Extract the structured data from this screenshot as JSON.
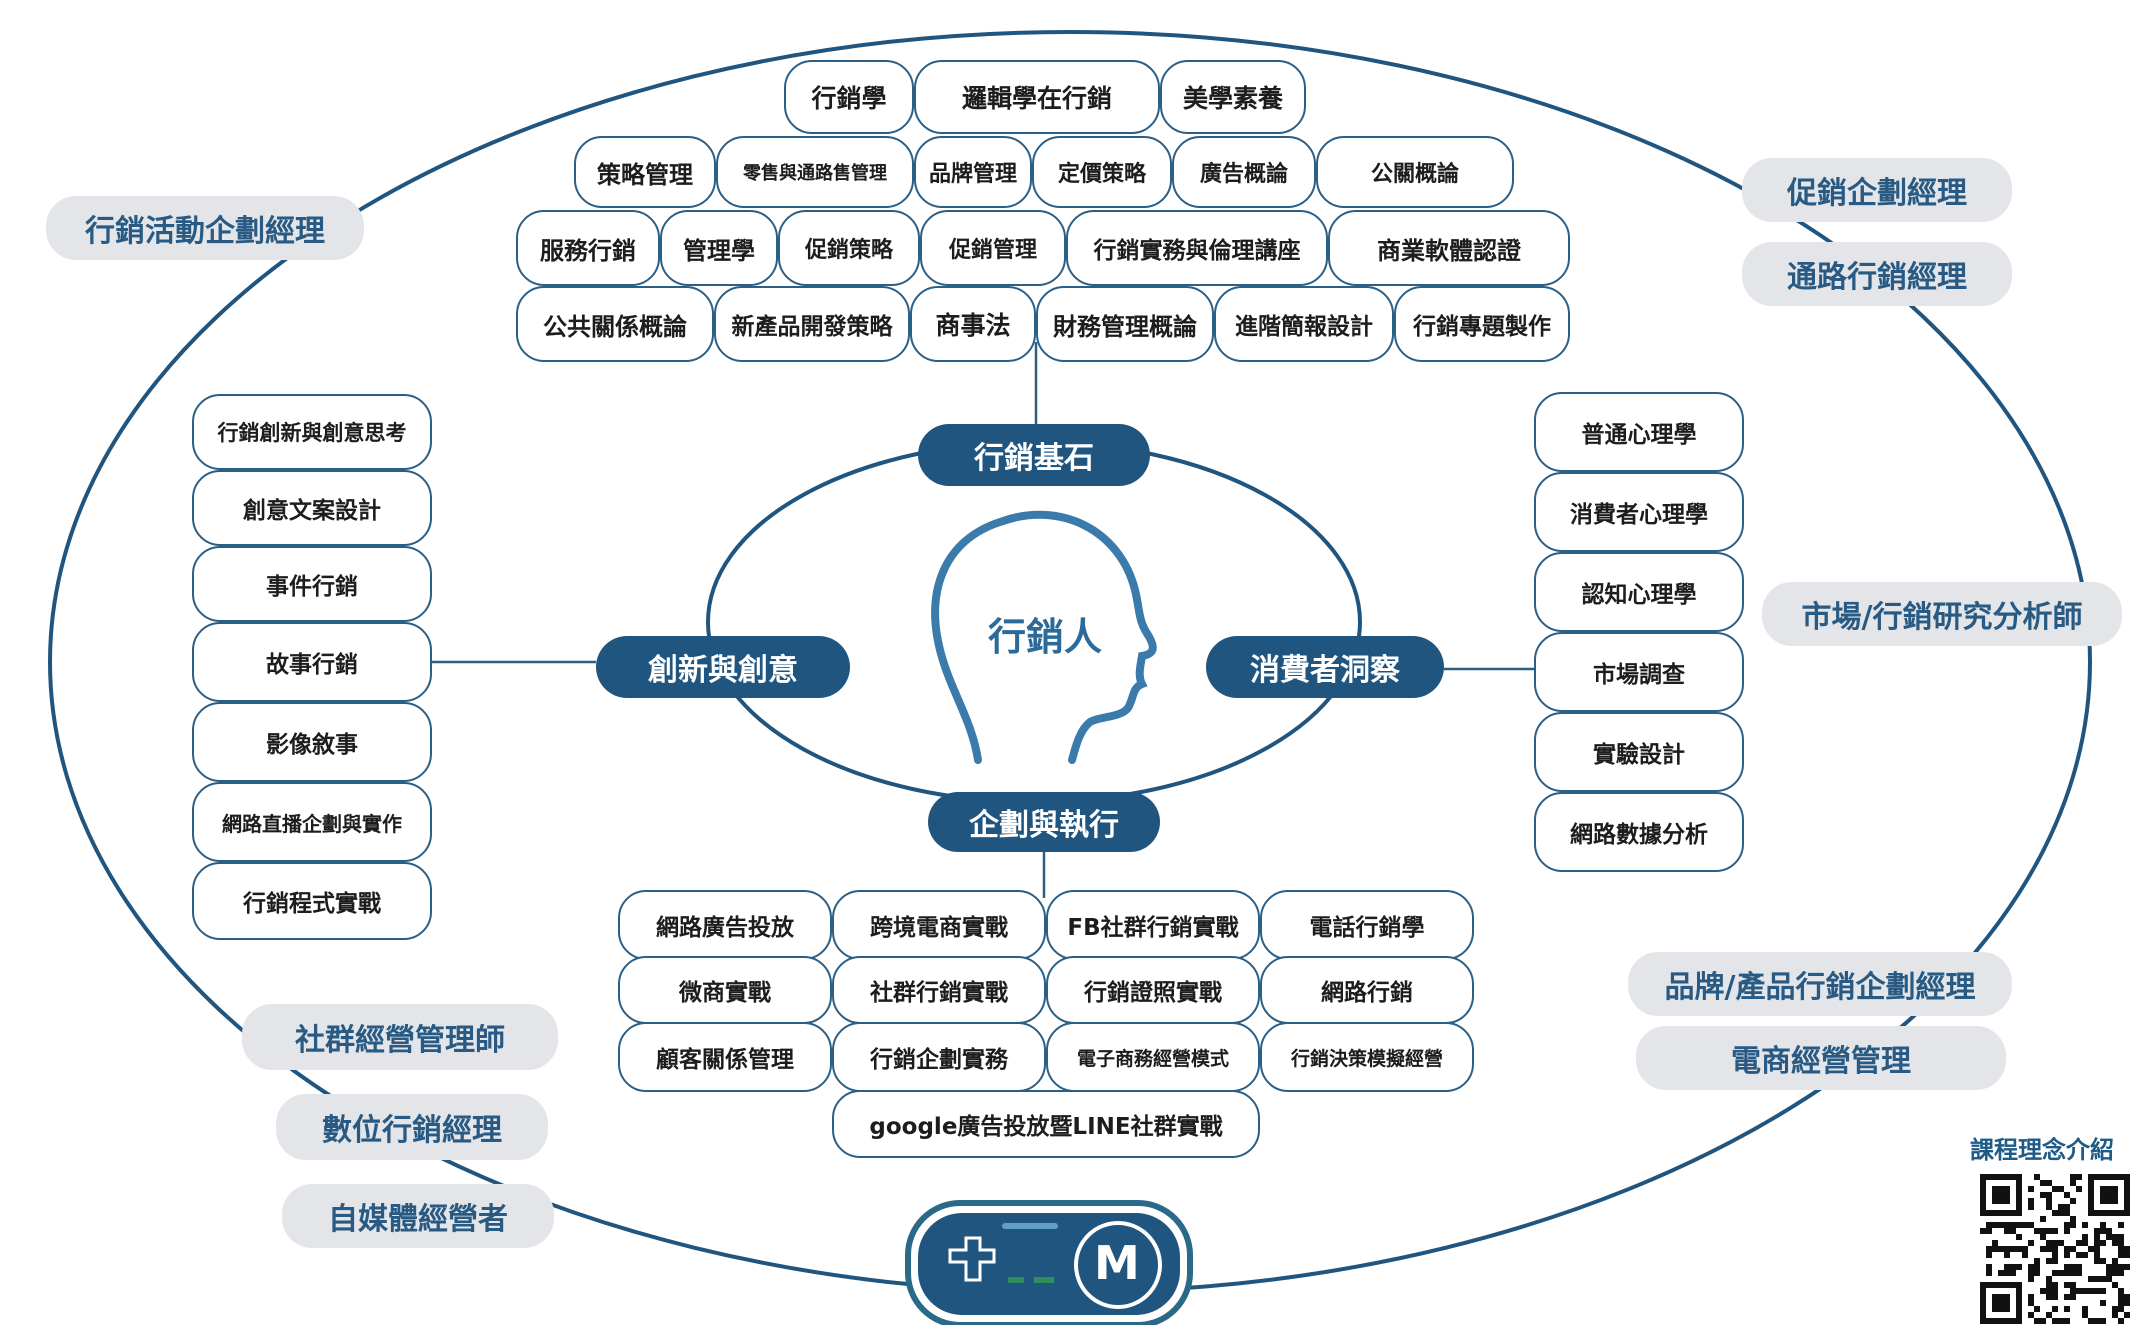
{
  "center": {
    "label": "行銷人"
  },
  "hubs": {
    "foundation": "行銷基石",
    "innovation": "創新與創意",
    "insight": "消費者洞察",
    "planning": "企劃與執行"
  },
  "foundation_courses": [
    "行銷學",
    "邏輯學在行銷",
    "美學素養",
    "策略管理",
    "零售與通路售管理",
    "品牌管理",
    "定價策略",
    "廣告概論",
    "公關概論",
    "服務行銷",
    "管理學",
    "促銷策略",
    "促銷管理",
    "行銷實務與倫理講座",
    "商業軟體認證",
    "公共關係概論",
    "新產品開發策略",
    "商事法",
    "財務管理概論",
    "進階簡報設計",
    "行銷專題製作"
  ],
  "innovation_courses": [
    "行銷創新與創意思考",
    "創意文案設計",
    "事件行銷",
    "故事行銷",
    "影像敘事",
    "網路直播企劃與實作",
    "行銷程式實戰"
  ],
  "insight_courses": [
    "普通心理學",
    "消費者心理學",
    "認知心理學",
    "市場調查",
    "實驗設計",
    "網路數據分析"
  ],
  "planning_courses": [
    "網路廣告投放",
    "跨境電商實戰",
    "FB社群行銷實戰",
    "電話行銷學",
    "微商實戰",
    "社群行銷實戰",
    "行銷證照實戰",
    "網路行銷",
    "顧客關係管理",
    "行銷企劃實務",
    "電子商務經營模式",
    "行銷決策模擬經營",
    "google廣告投放暨LINE社群實戰"
  ],
  "careers": [
    "行銷活動企劃經理",
    "促銷企劃經理",
    "通路行銷經理",
    "市場/行銷研究分析師",
    "品牌/產品行銷企劃經理",
    "電商經營管理",
    "社群經營管理師",
    "數位行銷經理",
    "自媒體經營者"
  ],
  "qr": {
    "title": "課程理念介紹"
  },
  "logo": {
    "letter": "M"
  },
  "colors": {
    "primary": "#20557f",
    "outline": "#2c5f86",
    "career_bg": "#e3e5e8",
    "career_text": "#285a83"
  }
}
